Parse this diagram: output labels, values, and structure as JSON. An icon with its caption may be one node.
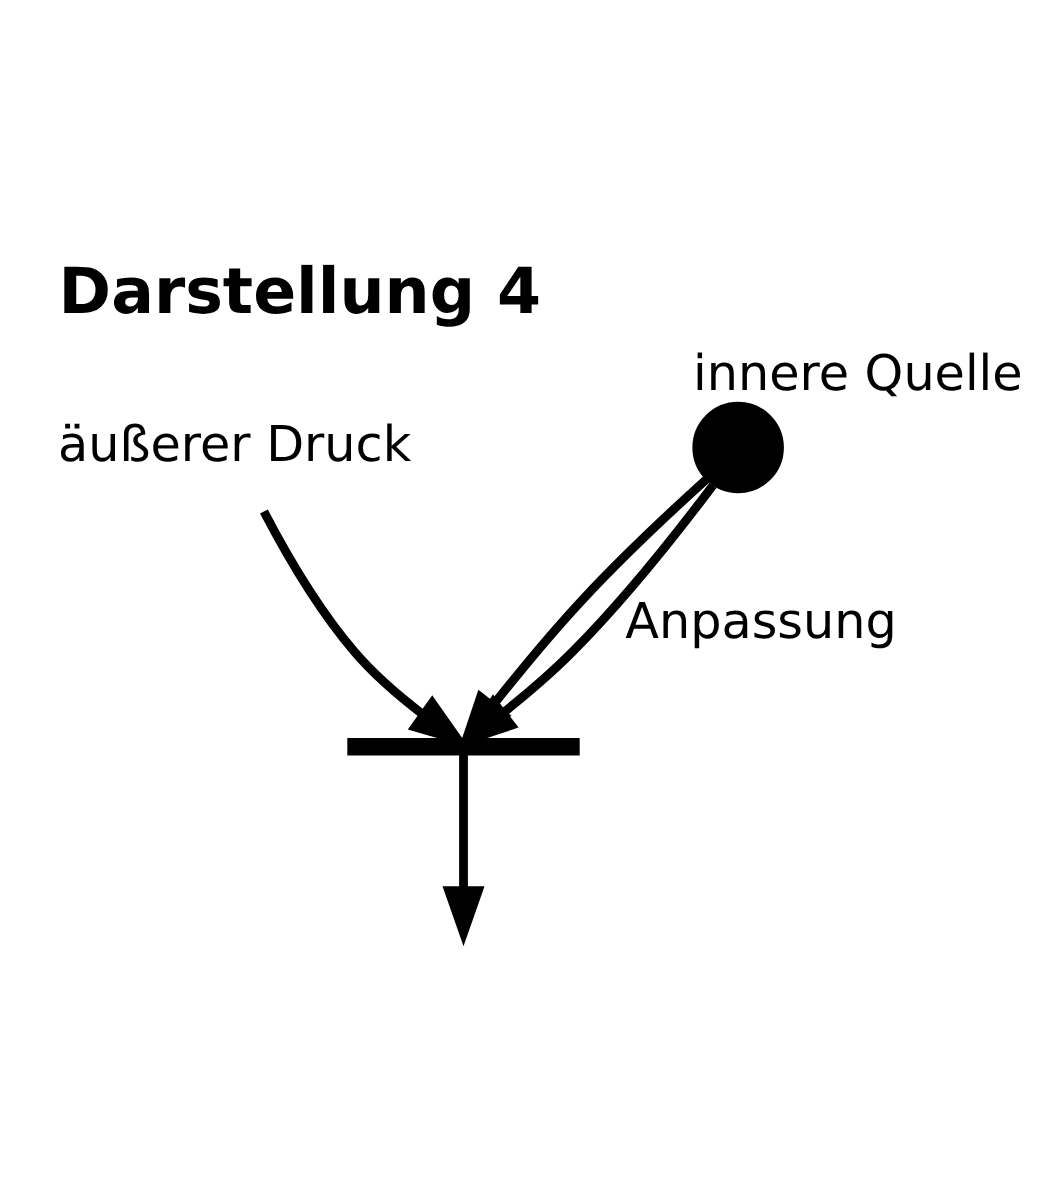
{
  "diagram": {
    "title": "Darstellung 4",
    "nodes": [
      {
        "text": [
          "äußerer Druck"
        ]
      },
      {
        "text": [],
        "shape": "bar"
      },
      {
        "text": [],
        "shape": "circle",
        "beside": [
          "innere Quelle"
        ]
      }
    ],
    "edges": [
      {
        "from": 0,
        "to": 1,
        "arrow": "to"
      },
      {
        "from": 2,
        "to": 1,
        "arrow": "to"
      },
      {
        "from": 2,
        "to": 1,
        "arrow": "to",
        "label": "Anpassung"
      },
      {
        "from": 1,
        "to": null,
        "arrow": "to"
      }
    ]
  }
}
